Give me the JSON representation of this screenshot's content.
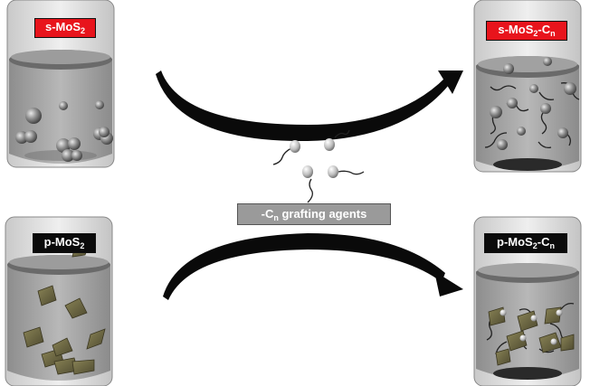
{
  "labels": {
    "s_mos2": {
      "prefix": "s-MoS",
      "sub": "2",
      "suffix": "",
      "subn": ""
    },
    "s_mos2_cn": {
      "prefix": "s-MoS",
      "sub": "2",
      "suffix": "-C",
      "subn": "n"
    },
    "p_mos2": {
      "prefix": "p-MoS",
      "sub": "2",
      "suffix": "",
      "subn": ""
    },
    "p_mos2_cn": {
      "prefix": "p-MoS",
      "sub": "2",
      "suffix": "-C",
      "subn": "n"
    },
    "agents": {
      "prefix": "-C",
      "sub": "n",
      "suffix": " grafting agents"
    }
  },
  "colors": {
    "red_label": "#e8141c",
    "black_label": "#0b0b0b",
    "grey_label": "#9a9a9a",
    "flake": "#6b6544",
    "sphere": "#7a7a7a"
  }
}
